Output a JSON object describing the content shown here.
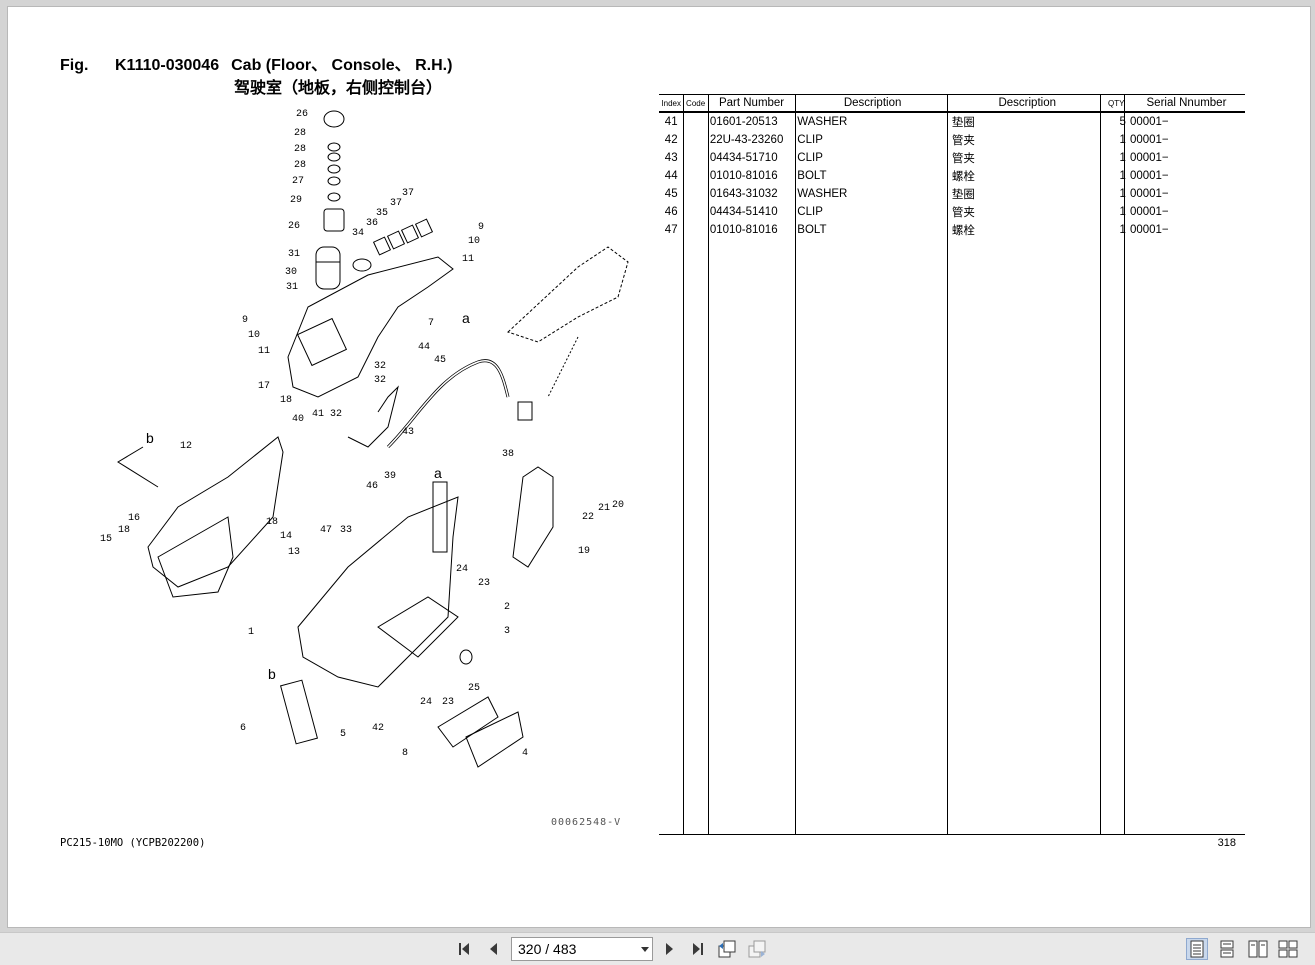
{
  "figure": {
    "label": "Fig.",
    "code": "K1110-030046",
    "title": "Cab (Floor、 Console、 R.H.)",
    "subtitle": "驾驶室（地板，右侧控制台）",
    "drawing_number": "00062548-V",
    "model": "PC215-10MO (YCPB202200)",
    "page_number": "318"
  },
  "callouts": [
    "26",
    "28",
    "28",
    "28",
    "27",
    "29",
    "26",
    "31",
    "30",
    "31",
    "34",
    "36",
    "35",
    "37",
    "37",
    "9",
    "10",
    "11",
    "9",
    "10",
    "11",
    "7",
    "a",
    "44",
    "45",
    "32",
    "32",
    "17",
    "18",
    "40",
    "41",
    "32",
    "43",
    "38",
    "b",
    "12",
    "39",
    "46",
    "a",
    "22",
    "21",
    "20",
    "18",
    "16",
    "15",
    "18",
    "14",
    "13",
    "47",
    "33",
    "19",
    "24",
    "23",
    "2",
    "3",
    "1",
    "b",
    "25",
    "23",
    "24",
    "6",
    "5",
    "42",
    "8",
    "4"
  ],
  "table": {
    "headers": {
      "index": "Index",
      "code": "Code",
      "part_number": "Part Number",
      "description_en": "Description",
      "description_cn": "Description",
      "qty": "QTY",
      "serial": "Serial Nnumber"
    },
    "rows": [
      {
        "index": "41",
        "code": "",
        "part_number": "01601-20513",
        "description_en": "WASHER",
        "description_cn": "垫圈",
        "qty": "5",
        "serial": "00001−"
      },
      {
        "index": "42",
        "code": "",
        "part_number": "22U-43-23260",
        "description_en": "CLIP",
        "description_cn": "管夹",
        "qty": "1",
        "serial": "00001−"
      },
      {
        "index": "43",
        "code": "",
        "part_number": "04434-51710",
        "description_en": "CLIP",
        "description_cn": "管夹",
        "qty": "1",
        "serial": "00001−"
      },
      {
        "index": "44",
        "code": "",
        "part_number": "01010-81016",
        "description_en": "BOLT",
        "description_cn": "螺栓",
        "qty": "1",
        "serial": "00001−"
      },
      {
        "index": "45",
        "code": "",
        "part_number": "01643-31032",
        "description_en": "WASHER",
        "description_cn": "垫圈",
        "qty": "1",
        "serial": "00001−"
      },
      {
        "index": "46",
        "code": "",
        "part_number": "04434-51410",
        "description_en": "CLIP",
        "description_cn": "管夹",
        "qty": "1",
        "serial": "00001−"
      },
      {
        "index": "47",
        "code": "",
        "part_number": "01010-81016",
        "description_en": "BOLT",
        "description_cn": "螺栓",
        "qty": "1",
        "serial": "00001−"
      }
    ]
  },
  "toolbar": {
    "page_indicator": "320 / 483",
    "icons": [
      "first-page-icon",
      "previous-page-icon",
      "next-page-icon",
      "last-page-icon",
      "previous-view-icon",
      "next-view-icon",
      "single-page-view-icon",
      "continuous-view-icon",
      "facing-view-icon",
      "continuous-facing-view-icon"
    ]
  },
  "colors": {
    "toolbar_bg": "#e9e9e9",
    "viewer_bg": "#d4d4d4",
    "active_view": "#c9d8ec",
    "icon": "#3a3a3a"
  }
}
